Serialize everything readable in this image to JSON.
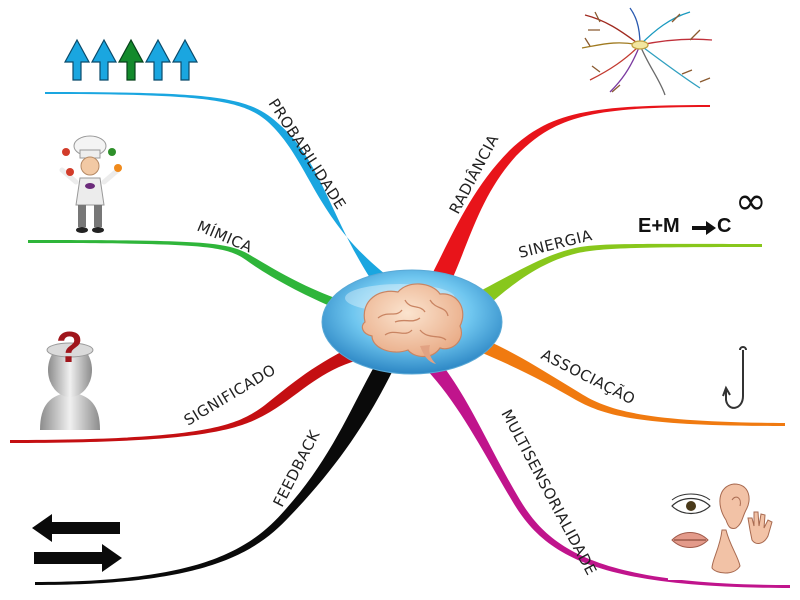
{
  "branches": [
    {
      "id": "probabilidade",
      "label": "PROBABILIDADE",
      "color": "#1aa6e0",
      "icon": "five-arrows-icon"
    },
    {
      "id": "mimica",
      "label": "MÍMICA",
      "color": "#2fb53a",
      "icon": "juggling-chef-icon"
    },
    {
      "id": "significado",
      "label": "SIGNIFICADO",
      "color": "#c40f12",
      "icon": "question-head-icon"
    },
    {
      "id": "feedback",
      "label": "FEEDBACK",
      "color": "#0a0a0a",
      "icon": "two-way-arrows-icon"
    },
    {
      "id": "radiancia",
      "label": "RADIÂNCIA",
      "color": "#e8141a",
      "icon": "radiant-lines-icon"
    },
    {
      "id": "sinergia",
      "label": "SINERGIA",
      "color": "#88c71c",
      "icon": "formula-icon"
    },
    {
      "id": "associacao",
      "label": "ASSOCIAÇÃO",
      "color": "#f07a10",
      "icon": "hook-icon"
    },
    {
      "id": "multisensorialidade",
      "label": "MULTISENSORIALIDADE",
      "color": "#c0148c",
      "icon": "senses-icon"
    }
  ],
  "sinergia_formula": {
    "text": "E+M",
    "result": "C",
    "infinity": "∞"
  },
  "significado_icon": {
    "glyph": "?"
  },
  "center": {
    "icon": "brain-icon"
  }
}
